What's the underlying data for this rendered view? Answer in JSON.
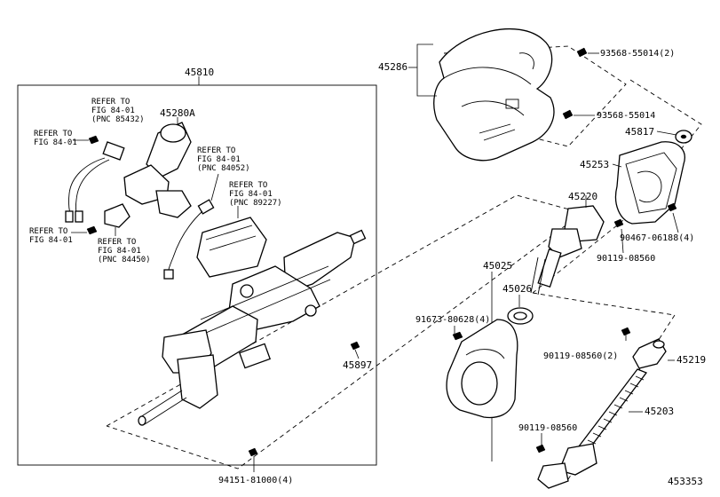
{
  "labels": {
    "p45810": "45810",
    "p45280A": "45280A",
    "p45286": "45286",
    "p93568_55014_2": "93568-55014(2)",
    "p93568_55014": "93568-55014",
    "p45817": "45817",
    "p45253": "45253",
    "p45220": "45220",
    "p90467_06188": "90467-06188(4)",
    "p90119_08560_a": "90119-08560",
    "p45025": "45025",
    "p45026": "45026",
    "p91673": "91673-80628(4)",
    "p90119_08560_2": "90119-08560(2)",
    "p45219": "45219",
    "p45203": "45203",
    "p90119_08560_b": "90119-08560",
    "p45897": "45897",
    "p94151": "94151-81000(4)",
    "p453353": "453353"
  },
  "refs": {
    "r85432": "REFER TO\nFIG 84-01\n(PNC 85432)",
    "rfig_a": "REFER TO\nFIG 84-01",
    "r84052": "REFER TO\nFIG 84-01\n(PNC 84052)",
    "r89227": "REFER TO\nFIG 84-01\n(PNC 89227)",
    "rfig_b": "REFER TO\nFIG 84-01",
    "r84450": "REFER TO\nFIG 84-01\n(PNC 84450)"
  }
}
